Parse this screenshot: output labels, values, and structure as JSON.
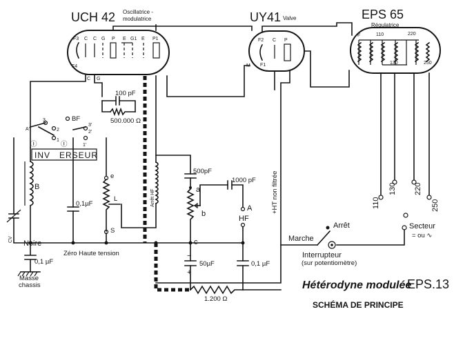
{
  "tubes": {
    "uch42": {
      "name": "UCH 42",
      "subtitle_line1": "Oscillatrice -",
      "subtitle_line2": "modulatrice",
      "pins": [
        "F3",
        "C",
        "C",
        "G",
        "P",
        "E",
        "G1",
        "E",
        "P1"
      ],
      "pin_f4": "F4",
      "pin_c": "C",
      "pin_g": "G"
    },
    "uy41": {
      "name": "UY41",
      "subtitle": "Valve",
      "pins": [
        "F2",
        "C",
        "P"
      ],
      "pin_m": "M",
      "pin_f1": "F1"
    },
    "eps65": {
      "name": "EPS 65",
      "subtitle": "Régulatrice",
      "tap_f": "F",
      "taps": [
        "110",
        "220",
        "130",
        "250"
      ]
    }
  },
  "components": {
    "cap_100pf": "100 pF",
    "res_500k": "500.000 Ω",
    "bf": "BF",
    "inverseur": "INVERSEUR",
    "inverseur_a": "INV",
    "inverseur_b": "ERSEUR",
    "sw_a_prime": "A'",
    "sw_3": "3",
    "sw_2": "2",
    "sw_1": "1",
    "sw_3p": "3'",
    "sw_2p": "2'",
    "sw_1p": "1'",
    "circ_1": "Ⓘ",
    "circ_2": "Ⓘ",
    "coil_b": "B",
    "cv": "CV",
    "noire": "Noire",
    "cap_01_left": "0,1 µF",
    "masse": "Masse",
    "chassis": "chassis",
    "cap_01_mid": "0,1µF",
    "res_l": "L",
    "res_e": "e",
    "res_s": "S",
    "arret_hf": "Arrêt HF",
    "zero_ht": "Zéro Haute tension",
    "cap_500pf": "500pF",
    "pot_a": "a",
    "pot_b": "b",
    "pot_c": "c",
    "cap_1000pf": "1000 pF",
    "out_a": "A",
    "out_hf": "HF",
    "ht_label": "+HT non filtrée",
    "cap_50uf": "50µF",
    "cap_01_right": "0,1 µF",
    "res_1200": "1.200 Ω",
    "minus": "−",
    "plus": "+"
  },
  "mains": {
    "taps": [
      "110",
      "130",
      "220",
      "250"
    ],
    "secteur": "Secteur",
    "secteur_sub": "= ou ∿",
    "marche": "Marche",
    "arret": "Arrêt",
    "interrupteur": "Interrupteur",
    "interrupteur_sub": "(sur potentiomètre)"
  },
  "title": {
    "line1": "Hétérodyne modulée",
    "model": "EPS.13",
    "line2": "SCHÉMA DE PRINCIPE"
  }
}
